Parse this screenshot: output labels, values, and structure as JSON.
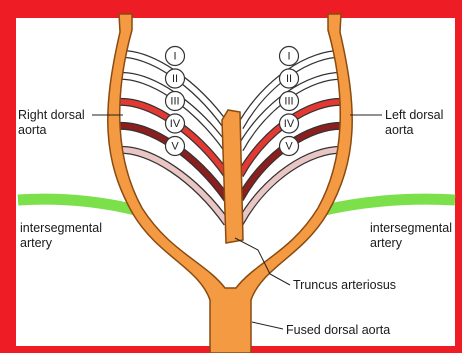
{
  "colors": {
    "frame": "#ee1c25",
    "aorta": "#f39a43",
    "aorta_stroke": "#8a4a10",
    "arch_I": "#ffffff",
    "arch_II": "#ffffff",
    "arch_III": "#e23a32",
    "arch_IV": "#8b1e1e",
    "arch_V": "#e9c6c3",
    "intersegmental": "#7be04a",
    "arch_outline": "#333333"
  },
  "labels": {
    "right_dorsal_aorta_line1": "Right dorsal",
    "right_dorsal_aorta_line2": "aorta",
    "left_dorsal_aorta_line1": "Left dorsal",
    "left_dorsal_aorta_line2": "aorta",
    "intersegmental_left_line1": "intersegmental",
    "intersegmental_left_line2": "artery",
    "intersegmental_right_line1": "intersegmental",
    "intersegmental_right_line2": "artery",
    "truncus": "Truncus arteriosus",
    "fused": "Fused dorsal aorta"
  },
  "arches": [
    "I",
    "II",
    "III",
    "IV",
    "V"
  ]
}
